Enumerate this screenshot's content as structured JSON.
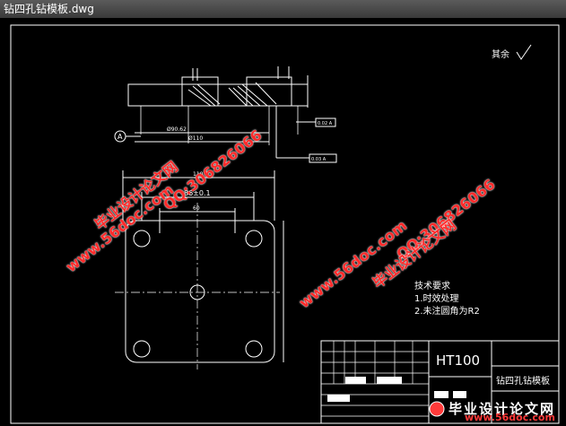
{
  "window": {
    "title": "钻四孔钻模板.dwg"
  },
  "drawing": {
    "roughness": "其余",
    "datum": "A",
    "dims": {
      "d90": "Ø90.62",
      "d110": "Ø110",
      "w110": "110",
      "w86": "86±0.1",
      "w60": "60",
      "gtol1": "0.02 A",
      "gtol2": "0.03 A"
    },
    "notes": {
      "heading": "技术要求",
      "item1": "1.时效处理",
      "item2": "2.未注圆角为R2"
    },
    "title_block": {
      "material": "HT100",
      "part_name": "钻四孔钻模板"
    }
  },
  "watermarks": {
    "site": "www.56doc.com",
    "qq": "QQ:306826066",
    "brand": "毕业设计论文网"
  },
  "logo": {
    "text": "毕业设计论文网",
    "site": "www.56doc.com"
  }
}
